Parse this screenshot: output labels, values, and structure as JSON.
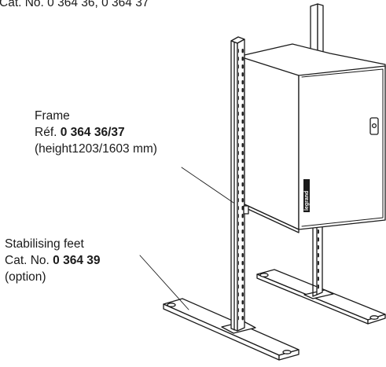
{
  "top_caption": "Cat. No. 0 364 36, 0 364 37",
  "frame": {
    "title": "Frame",
    "ref_prefix": "Réf. ",
    "ref_number": "0 364 36/37",
    "height_note": "(height1203/1603 mm)"
  },
  "feet": {
    "title": "Stabilising feet",
    "cat_prefix": "Cat. No. ",
    "cat_number": "0 364 39",
    "option_note": "(option)"
  },
  "brand_logo": "legrand",
  "colors": {
    "line": "#1a1a1a",
    "fill": "#ffffff",
    "shade": "#dcdcdc"
  }
}
